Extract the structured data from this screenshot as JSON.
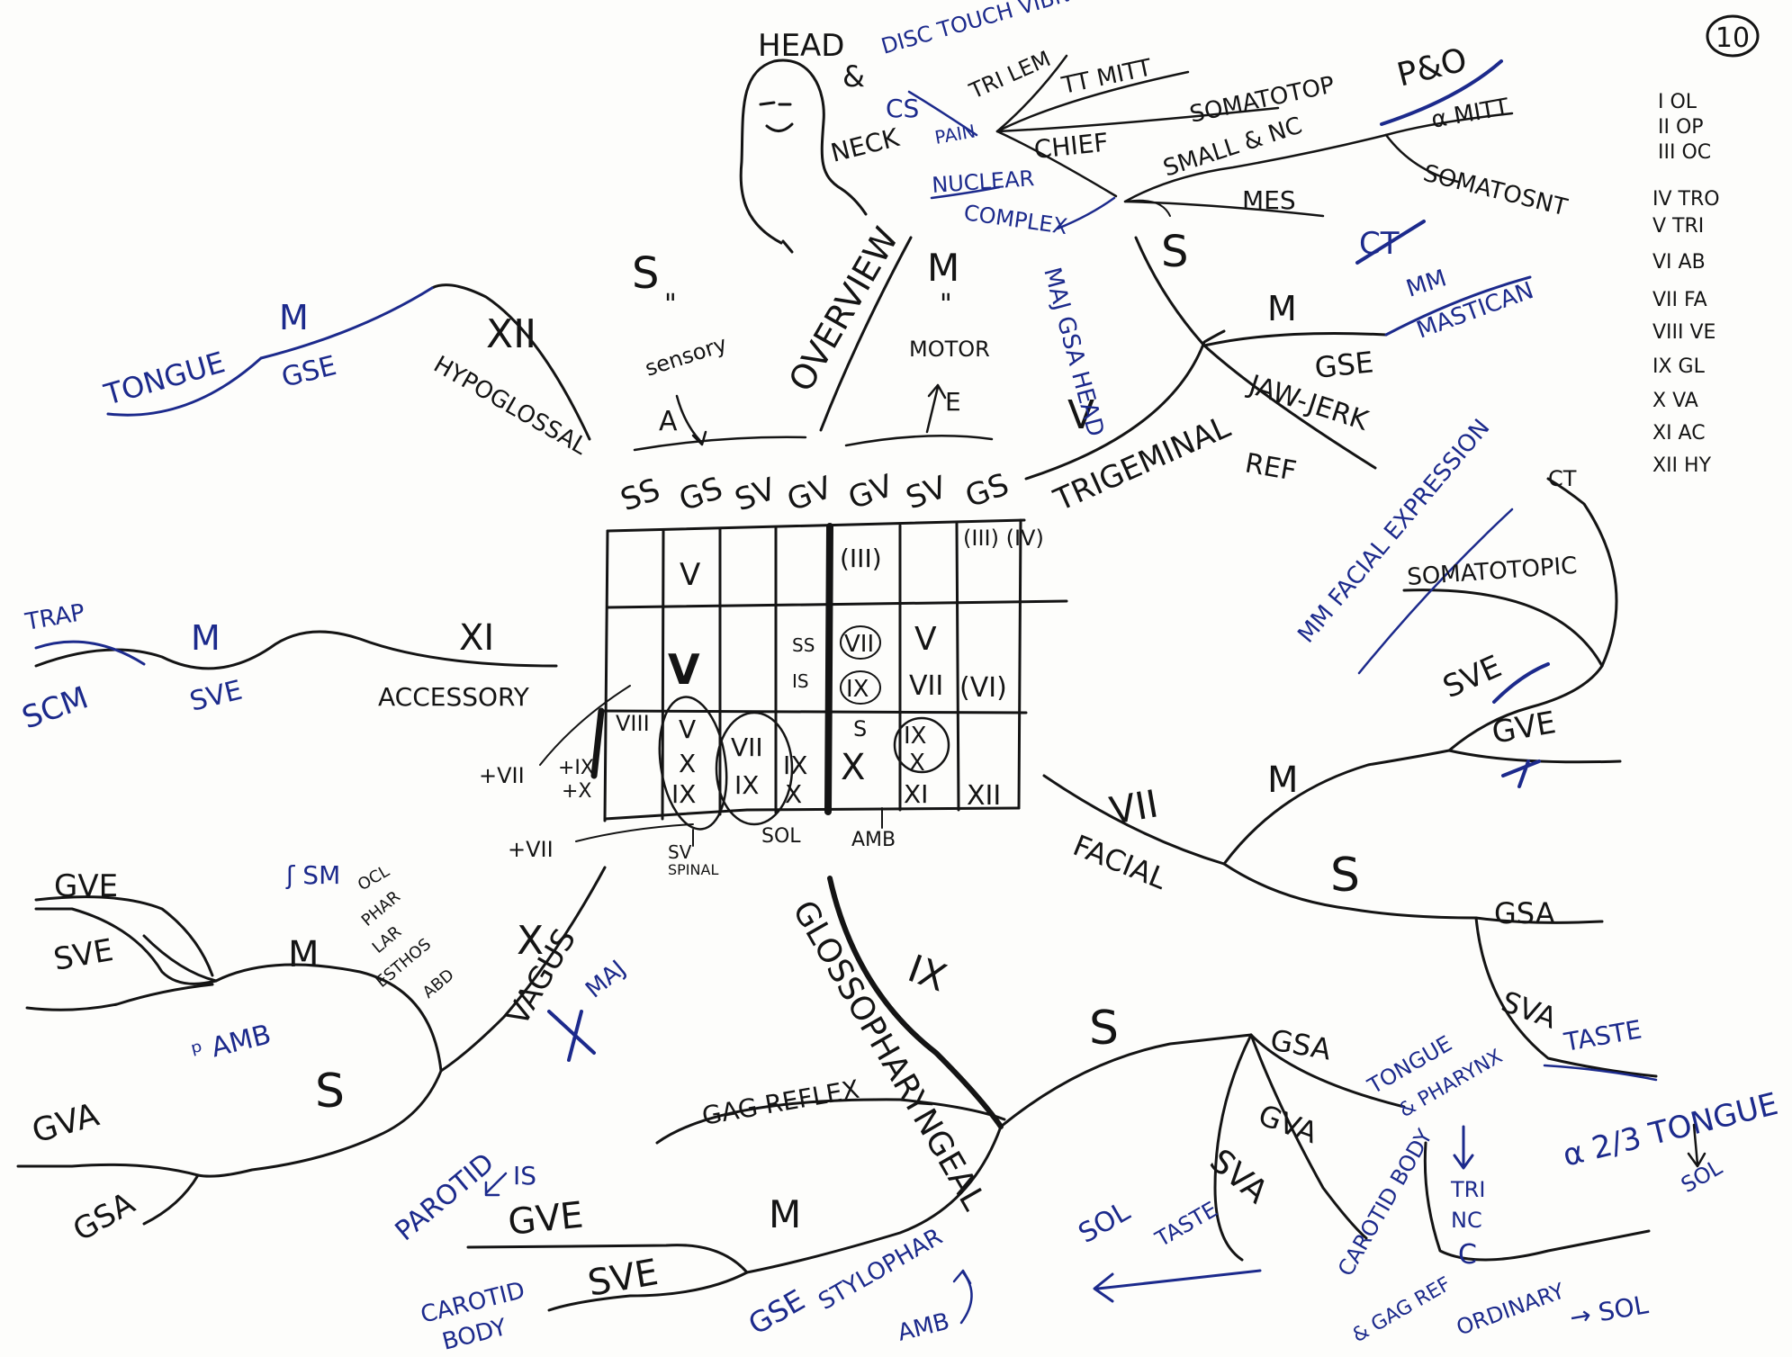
{
  "page_number": "10",
  "center": {
    "overview": "OVERVIEW",
    "sensory_symbol": "S",
    "sensory_quote": "\"",
    "sensory_word": "sensory",
    "sensory_arrow_label": "A",
    "motor_symbol": "M",
    "motor_quote": "\"",
    "motor_word": "MOTOR",
    "motor_arrow_label": "E",
    "column_headers": [
      "SS",
      "GS",
      "SV",
      "GV",
      "GV",
      "SV",
      "GS"
    ],
    "grid": {
      "r1_gs": "V",
      "r1_gv_m": "(III)",
      "r1_gs_m": "(III) (IV)",
      "r2_gs": "V",
      "r2_ss": "SS",
      "r2_is": "IS",
      "r2_vii": "VII",
      "r2_ix": "IX",
      "r2_sv_m": "V",
      "r2_sv_m2": "VII",
      "r2_gs_m": "(VI)",
      "r3_viii": "VIII",
      "r3_oval1": "V X IX",
      "r3_oval2": "VII IX",
      "r3_sv": "IX X",
      "r3_gv_m_s": "S",
      "r3_gv_m_x": "X",
      "r3_amb": "IX X",
      "r3_xi": "XI",
      "r3_xii": "XII"
    },
    "nuclei_labels": [
      "SV SPINAL",
      "SOL",
      "AMB"
    ],
    "left_notes": [
      "+VII",
      "+IX",
      "+X",
      "+VII"
    ]
  },
  "head": {
    "label": "HEAD",
    "amp": "&",
    "neck": "NECK",
    "dorsal_disc": "DISC TOUCH VIBN",
    "dorsal_cs": "CS",
    "dorsal_pain": "PAIN",
    "nucleus_complex": "NUCLEAR COMPLEX",
    "branches": [
      "TRI LEM",
      "TT MITT",
      "SOMATOTOP",
      "SMALL & NC",
      "CHIEF",
      "MES"
    ],
    "po": "P&O",
    "alpha": "α MITT",
    "somatosensory": "SOMATOSNT",
    "crossed": "CT"
  },
  "trigeminal": {
    "name": "TRIGEMINAL",
    "numeral": "V",
    "sensory": "S",
    "major_gsa": "MAJ GSA HEAD",
    "motor": "M",
    "gse": "GSE",
    "mm_mastication": "MM MASTICAN",
    "jaw_jerk": "JAW-JERK",
    "ref": "REF"
  },
  "hypoglossal": {
    "numeral": "XII",
    "name": "HYPOGLOSSAL",
    "motor": "M",
    "gse": "GSE",
    "tongue": "TONGUE"
  },
  "accessory": {
    "numeral": "XI",
    "name": "ACCESSORY",
    "motor": "M",
    "sve": "SVE",
    "trap": "TRAP",
    "scm": "SCM"
  },
  "facial": {
    "numeral": "VII",
    "name": "FACIAL",
    "motor": "M",
    "sensory": "S",
    "sve": "SVE",
    "gve": "GVE",
    "gsa": "GSA",
    "sva": "SVA",
    "taste": "TASTE",
    "mm_facial": "MM FACIAL EXPRESSION",
    "somatotopic": "SOMATOTOPIC",
    "ct": "CT"
  },
  "vagus": {
    "numeral": "X",
    "name": "VAGUS",
    "major": "MAJ",
    "gve": "GVE",
    "sve": "SVE",
    "gva": "GVA",
    "gsa": "GSA",
    "motor": "M",
    "sensory": "S",
    "sm": "SM",
    "amb": "AMB",
    "notes": [
      "OCL",
      "PHAR",
      "LAR",
      "ESTHOS",
      "ABD"
    ]
  },
  "glossopharyngeal": {
    "numeral": "IX",
    "name": "GLOSSOPHARYNGEAL",
    "gag": "GAG REFLEX",
    "motor": "M",
    "sensory": "S",
    "gve": "GVE",
    "sve": "SVE",
    "gse": "GSE",
    "stylopharyn": "STYLOPHAR",
    "amb": "AMB",
    "parotid": "PAROTID",
    "is": "IS",
    "carotid_body": "CAROTID BODY",
    "gsa": "GSA",
    "gva": "GVA",
    "sva": "SVA",
    "taste": "TASTE",
    "sol": "SOL",
    "tongue_pharynx": "TONGUE & PHARYNX",
    "tri_nc": "TRI NC",
    "carotid_body2": "CAROTID BODY",
    "gag_ref": "& GAG REF",
    "ordinary": "ORDINARY",
    "sol2": "→ SOL",
    "post_tongue": "α 2/3 TONGUE",
    "sol3": "SOL"
  },
  "cn_list": [
    "I OL",
    "II OP",
    "III OC",
    "IV TRO",
    "V TRI",
    "VI AB",
    "VII FA",
    "VIII VE",
    "IX GL",
    "X VA",
    "XI AC",
    "XII HY"
  ]
}
